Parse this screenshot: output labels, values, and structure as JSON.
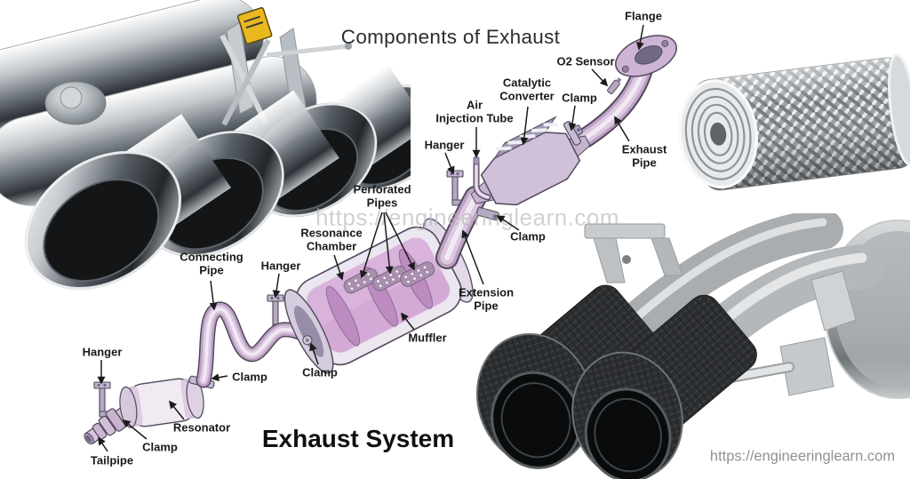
{
  "title": "Components of Exhaust",
  "caption": "Exhaust System",
  "watermark_center": "https://engineeringlearn.com",
  "watermark_bottom_right": "https://engineeringlearn.com",
  "labels": {
    "flange": "Flange",
    "o2_sensor": "O2 Sensor",
    "catalytic_converter": "Catalytic\nConverter",
    "clamp": "Clamp",
    "air_injection_tube": "Air\nInjection Tube",
    "hanger": "Hanger",
    "exhaust_pipe": "Exhaust\nPipe",
    "perforated_pipes": "Perforated\nPipes",
    "resonance_chamber": "Resonance\nChamber",
    "extension_pipe": "Extension\nPipe",
    "muffler": "Muffler",
    "connecting_pipe": "Connecting\nPipe",
    "resonator": "Resonator",
    "tailpipe": "Tailpipe"
  },
  "colors": {
    "diagram_fill": "#d8c3de",
    "diagram_outline": "#51495b",
    "label_text": "#1a1a1a",
    "watermark": "#b5b5b5",
    "url_text": "#8e9294",
    "warning_sticker": "#e9b81f"
  }
}
